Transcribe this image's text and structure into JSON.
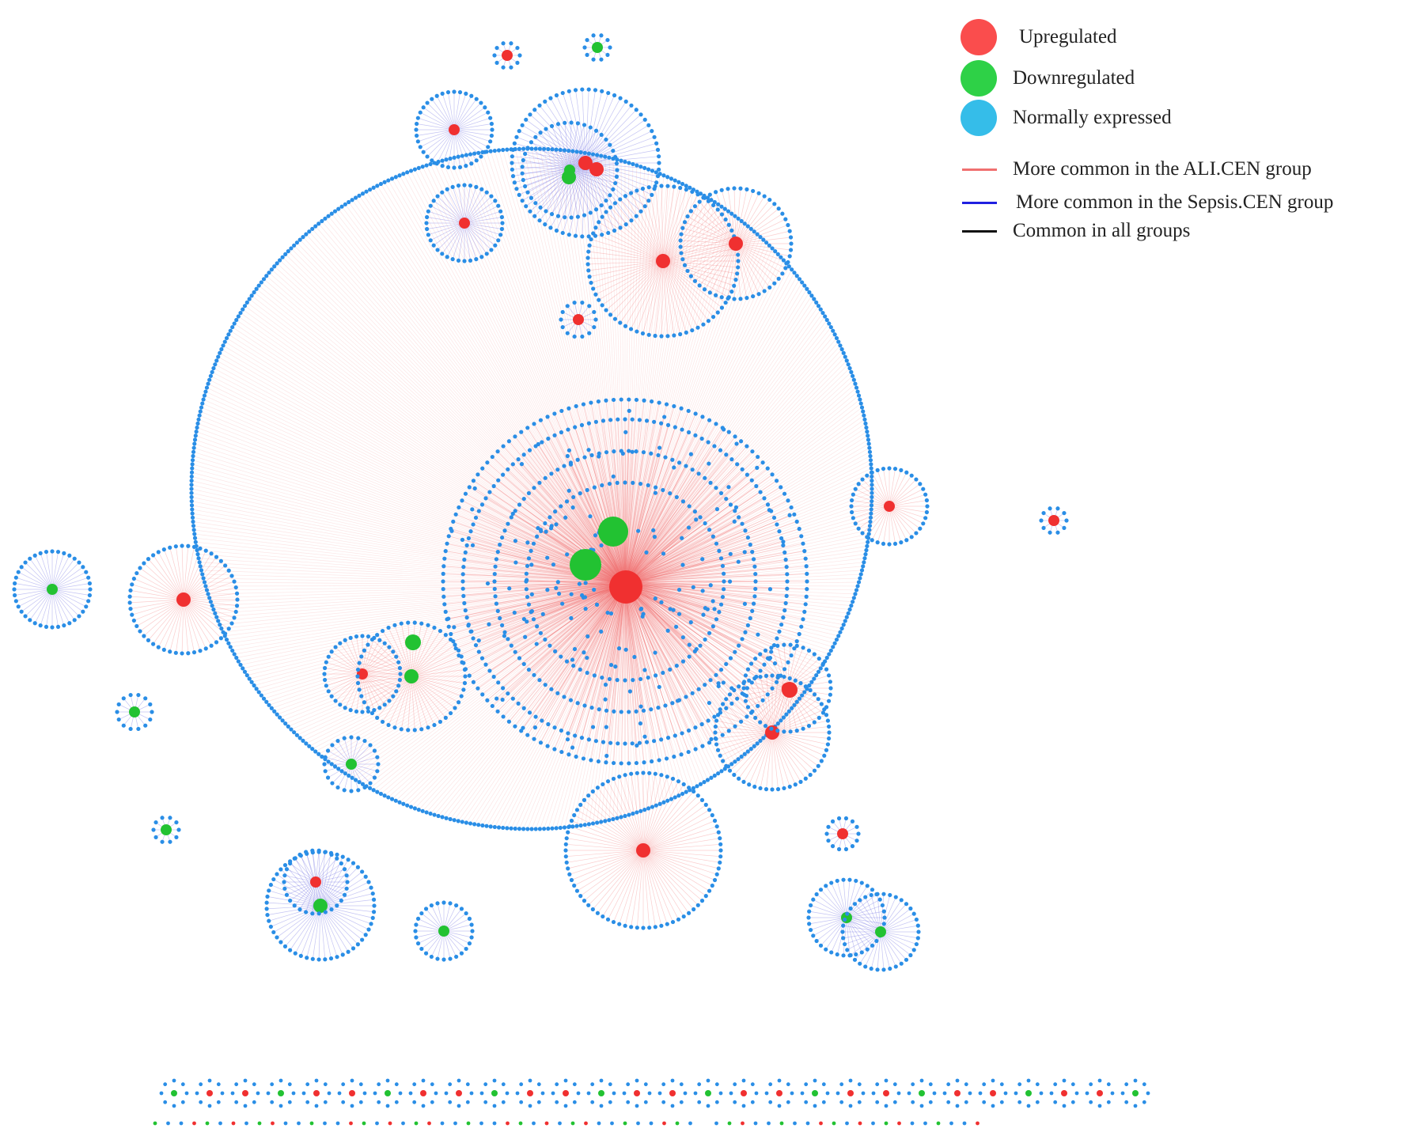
{
  "legend": {
    "nodes": [
      {
        "label": "Upregulated",
        "color": "#fa4d4d"
      },
      {
        "label": "Downregulated",
        "color": "#2ed147"
      },
      {
        "label": "Normally expressed",
        "color": "#35bde9"
      }
    ],
    "edges": [
      {
        "label": "More common in the ALI.CEN group",
        "color": "#f07070"
      },
      {
        "label": "More common in the Sepsis.CEN group",
        "color": "#2020e0"
      },
      {
        "label": "Common in all groups",
        "color": "#111111"
      }
    ]
  },
  "colors": {
    "up": "#f03030",
    "down": "#22c232",
    "normal": "#2a8ee6",
    "ali_edge": "#f07070",
    "sepsis_edge": "#5555dd"
  }
}
